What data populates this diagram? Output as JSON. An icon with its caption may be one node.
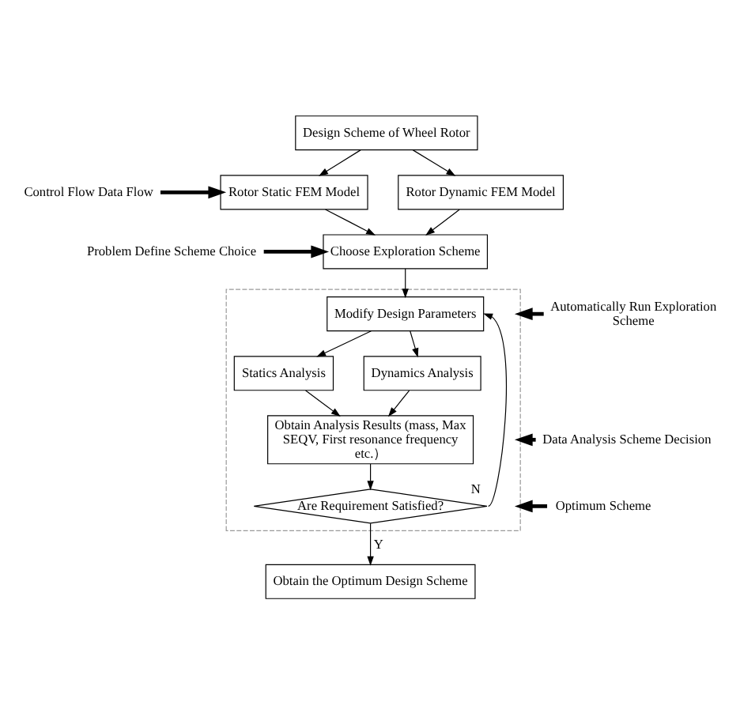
{
  "diagram": {
    "nodes": [
      {
        "text": [
          "Design Scheme of Wheel Rotor"
        ]
      },
      {
        "text": [
          "Rotor Static FEM Model"
        ]
      },
      {
        "text": [
          "Rotor Dynamic FEM Model"
        ]
      },
      {
        "text": [
          "Choose Exploration Scheme"
        ]
      },
      {
        "text": [],
        "shape": "box"
      },
      {
        "text": [
          "Modify Design Parameters"
        ],
        "in": 4
      },
      {
        "text": [
          "Statics Analysis"
        ],
        "in": 4
      },
      {
        "text": [
          "Dynamics Analysis"
        ],
        "in": 4
      },
      {
        "text": [
          "Obtain Analysis Results (mass, Max SEQV, First resonance frequency etc.）"
        ],
        "in": 4
      },
      {
        "text": [
          "Are Requirement Satisfied?"
        ],
        "in": 4
      },
      {
        "text": [
          "Obtain the Optimum Design Scheme"
        ]
      },
      {
        "text": [
          "Control Flow Data Flow"
        ]
      },
      {
        "text": [
          "Problem Define Scheme Choice"
        ]
      },
      {
        "text": [
          "Automatically Run Exploration Scheme"
        ]
      },
      {
        "text": [
          "Data Analysis Scheme Decision"
        ]
      },
      {
        "text": [
          "Optimum Scheme"
        ]
      }
    ],
    "edges": [
      {
        "from": 0,
        "to": 1,
        "arrow": "to"
      },
      {
        "from": 0,
        "to": 2,
        "arrow": "to"
      },
      {
        "from": 1,
        "to": 3,
        "arrow": "to"
      },
      {
        "from": 2,
        "to": 3,
        "arrow": "to"
      },
      {
        "from": 3,
        "to": 5,
        "arrow": "to"
      },
      {
        "from": 5,
        "to": 6,
        "arrow": "to"
      },
      {
        "from": 5,
        "to": 7,
        "arrow": "to"
      },
      {
        "from": 6,
        "to": 8,
        "arrow": "to"
      },
      {
        "from": 7,
        "to": 8,
        "arrow": "to"
      },
      {
        "from": 8,
        "to": 9,
        "arrow": "to"
      },
      {
        "from": 9,
        "to": 5,
        "arrow": "to",
        "label": "N"
      },
      {
        "from": 9,
        "to": 10,
        "arrow": "to",
        "label": "Y"
      },
      {
        "from": 11,
        "to": 1,
        "arrow": "to",
        "style": "thick"
      },
      {
        "from": 12,
        "to": 3,
        "arrow": "to",
        "style": "thick"
      },
      {
        "from": 13,
        "to": 4,
        "arrow": "to",
        "style": "thick"
      },
      {
        "from": 14,
        "to": 4,
        "arrow": "to",
        "style": "thick"
      },
      {
        "from": 15,
        "to": 4,
        "arrow": "to",
        "style": "thick"
      }
    ]
  }
}
